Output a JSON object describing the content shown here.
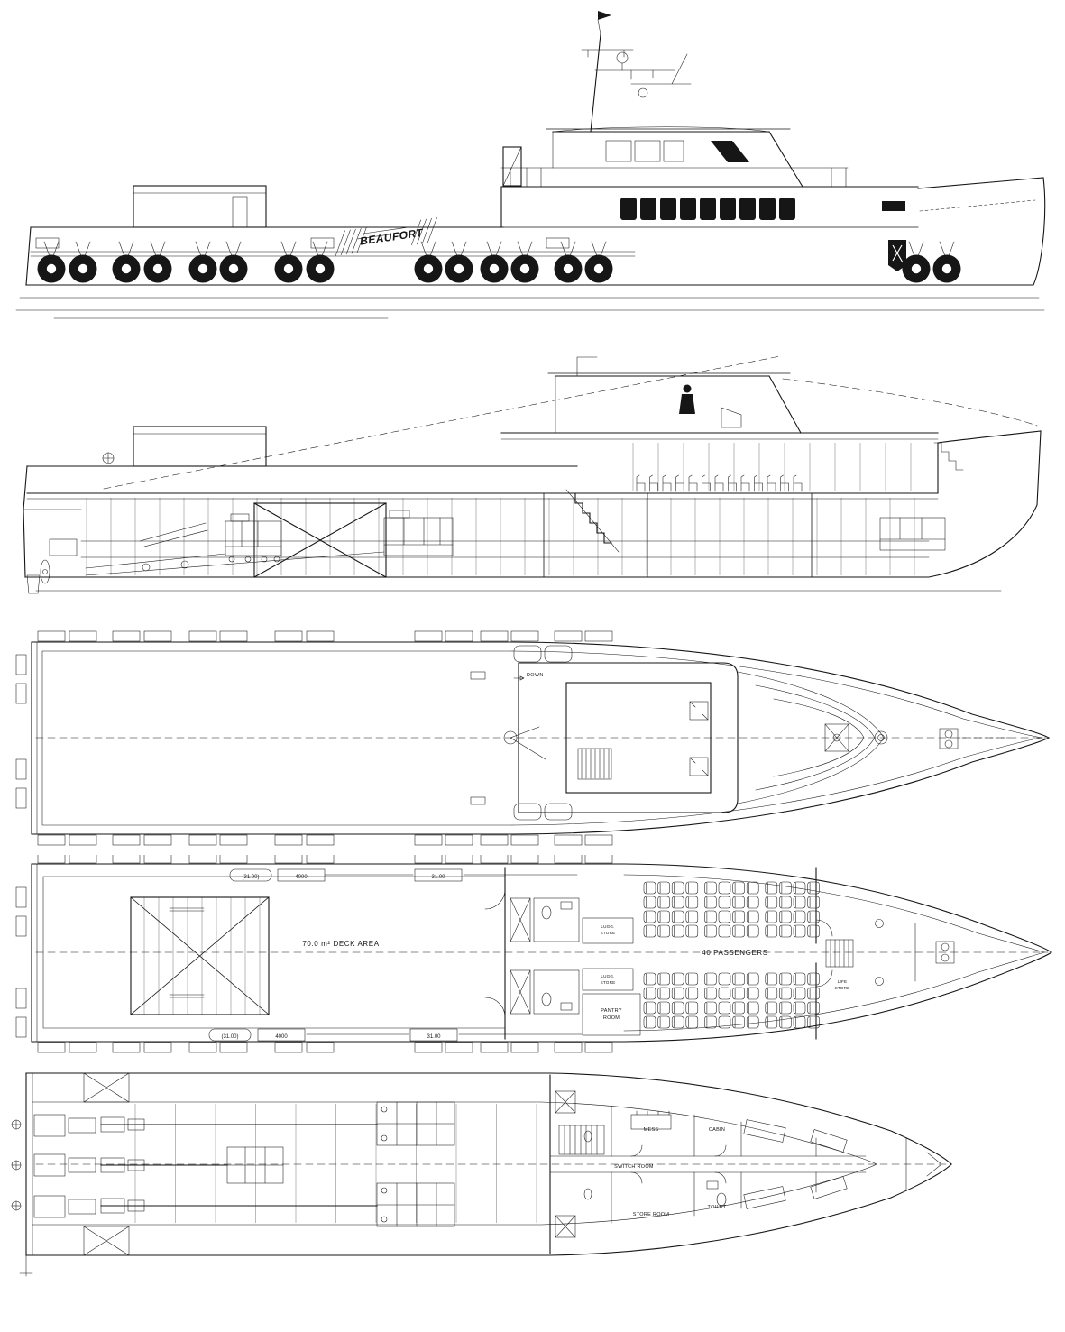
{
  "colors": {
    "paper": "#ffffff",
    "ink": "#161616"
  },
  "logo": {
    "vessel_name": "BEAUFORT"
  },
  "upper_deck": {
    "down_label": "DOWN"
  },
  "main_deck": {
    "deck_area_label": "70.0 m² DECK AREA",
    "passengers_label": "40 PASSENGERS",
    "pantry_room_l1": "PANTRY",
    "pantry_room_l2": "ROOM",
    "store_l1": "LUGG.",
    "store_l2": "STORE",
    "life_l1": "LIFE",
    "life_l2": "STORE",
    "dim_a": "(31.00)",
    "dim_b": "4000",
    "dim_c": "31.00"
  },
  "lower_deck": {
    "mess": "MESS",
    "cabin": "CABIN",
    "toilet": "TOILET",
    "switch_room": "SWITCH ROOM",
    "store_room": "STORE ROOM"
  }
}
